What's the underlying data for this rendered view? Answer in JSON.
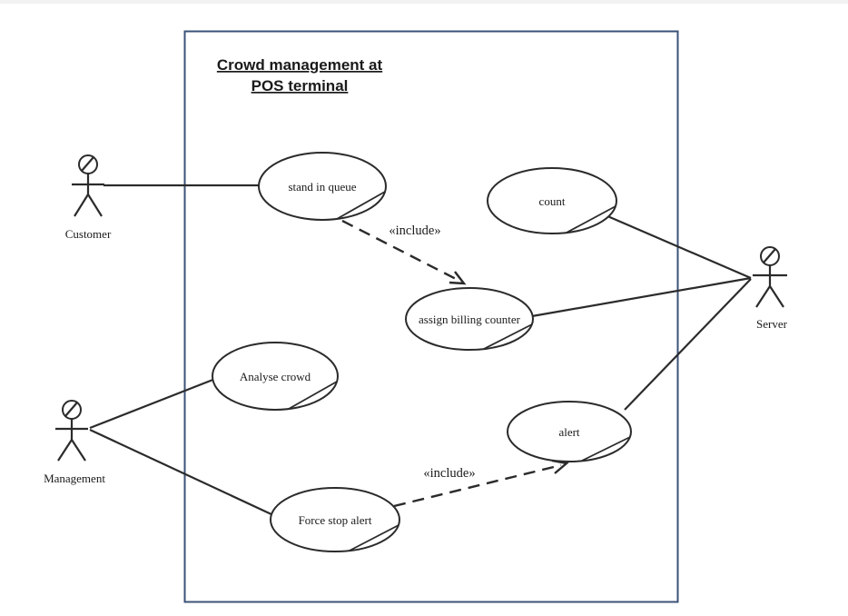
{
  "window": {
    "background": "#ffffff",
    "top_strip_color": "#f2f2f2"
  },
  "diagram": {
    "type": "uml-use-case-diagram",
    "system_boundary": {
      "title_line1": "Crowd management at",
      "title_line2": "POS terminal",
      "border_color": "#3b5277"
    },
    "colors": {
      "shape_stroke": "#2b2b2b",
      "text": "#1a1a1a"
    },
    "actors": [
      {
        "id": "customer",
        "label": "Customer"
      },
      {
        "id": "management",
        "label": "Management"
      },
      {
        "id": "server",
        "label": "Server"
      }
    ],
    "use_cases": [
      {
        "id": "stand-in-queue",
        "label": "stand in queue"
      },
      {
        "id": "count",
        "label": "count"
      },
      {
        "id": "assign-billing-counter",
        "label": "assign billing counter"
      },
      {
        "id": "analyse-crowd",
        "label": "Analyse crowd"
      },
      {
        "id": "alert",
        "label": "alert"
      },
      {
        "id": "force-stop-alert",
        "label": "Force stop alert"
      }
    ],
    "includes": [
      {
        "label": "«include»",
        "from": "stand in queue",
        "to": "assign billing counter"
      },
      {
        "label": "«include»",
        "from": "Force stop alert",
        "to": "alert"
      }
    ],
    "relationships": [
      {
        "from": "Customer",
        "to": "stand in queue",
        "type": "association"
      },
      {
        "from": "stand in queue",
        "to": "assign billing counter",
        "type": "include"
      },
      {
        "from": "count",
        "to": "Server",
        "type": "association"
      },
      {
        "from": "assign billing counter",
        "to": "Server",
        "type": "association"
      },
      {
        "from": "alert",
        "to": "Server",
        "type": "association"
      },
      {
        "from": "Management",
        "to": "Analyse crowd",
        "type": "association"
      },
      {
        "from": "Management",
        "to": "Force stop alert",
        "type": "association"
      },
      {
        "from": "Force stop alert",
        "to": "alert",
        "type": "include"
      }
    ]
  }
}
